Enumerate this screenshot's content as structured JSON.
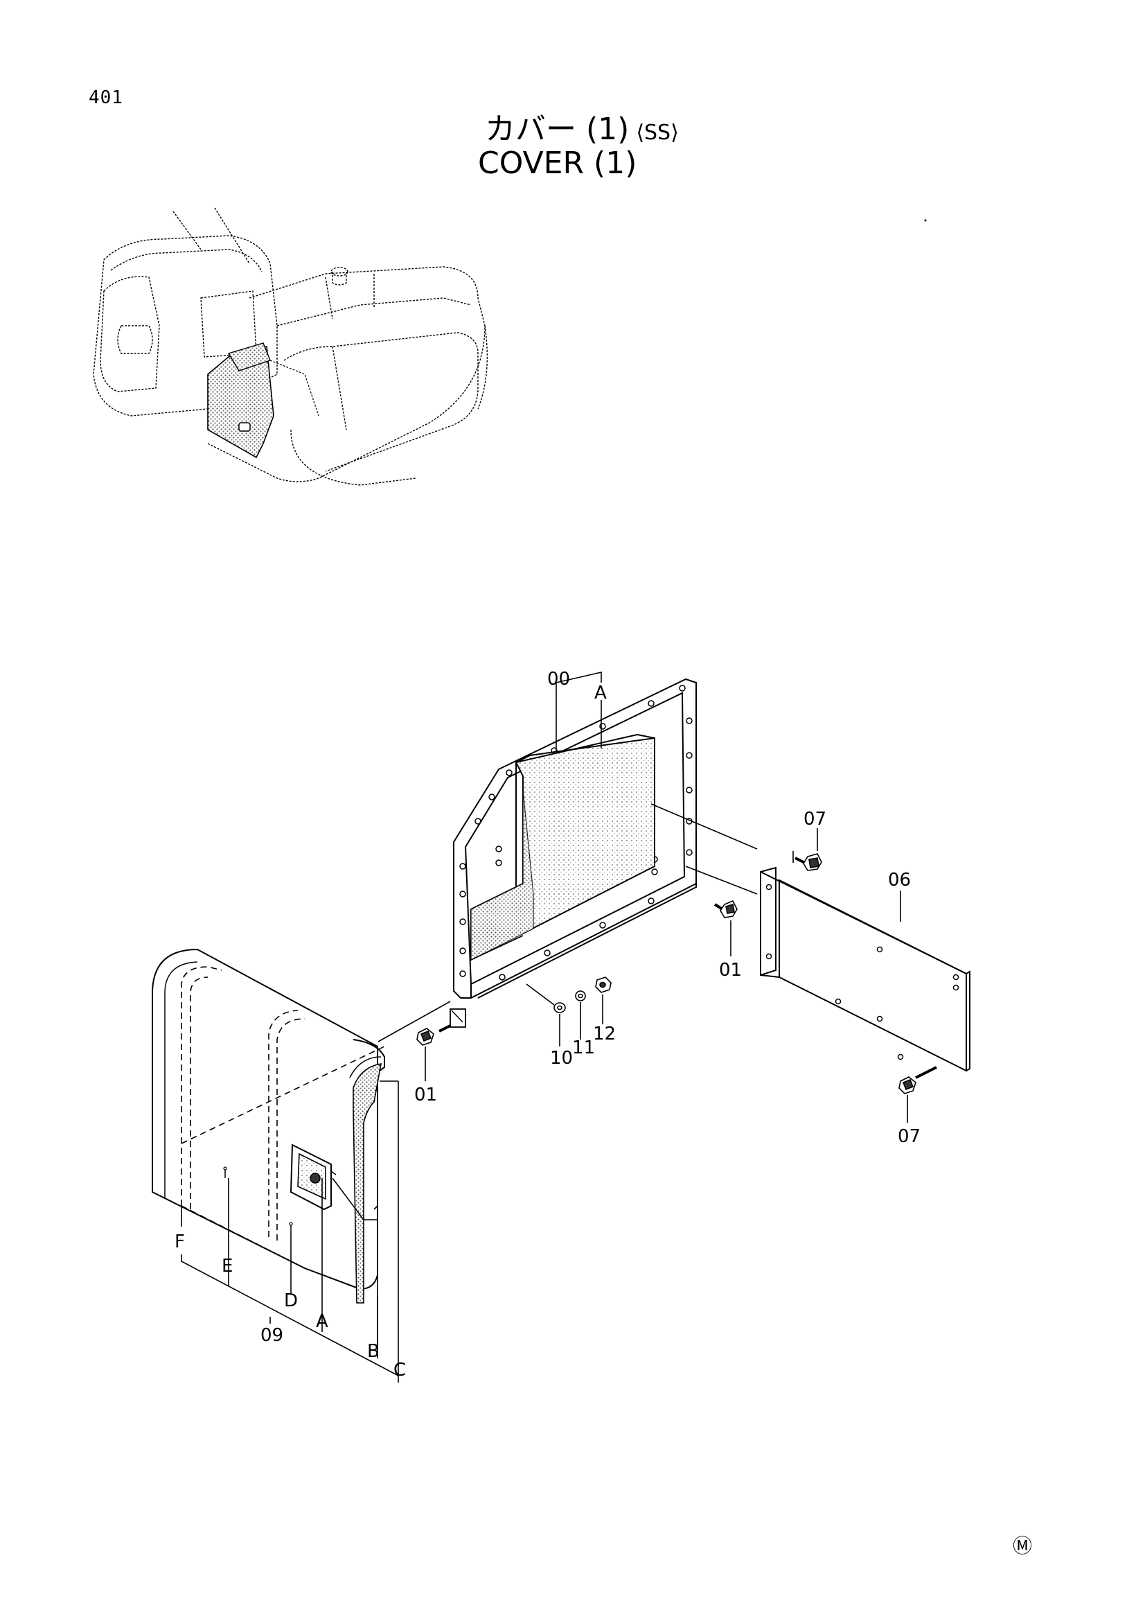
{
  "page": {
    "number": "401",
    "title_jp": "カバー (1)",
    "title_model": "⟨SS⟩",
    "title_en": "COVER (1)",
    "maker_mark": "Ⓜ"
  },
  "callouts": {
    "p00": "00",
    "pA_top": "A",
    "p07_top": "07",
    "p06": "06",
    "p01_right": "01",
    "p12": "12",
    "p11": "11",
    "p10": "10",
    "p01_left": "01",
    "p07_bottom": "07",
    "pF": "F",
    "pE": "E",
    "pD": "D",
    "pA_bottom": "A",
    "p09": "09",
    "pB": "B",
    "pC": "C"
  }
}
